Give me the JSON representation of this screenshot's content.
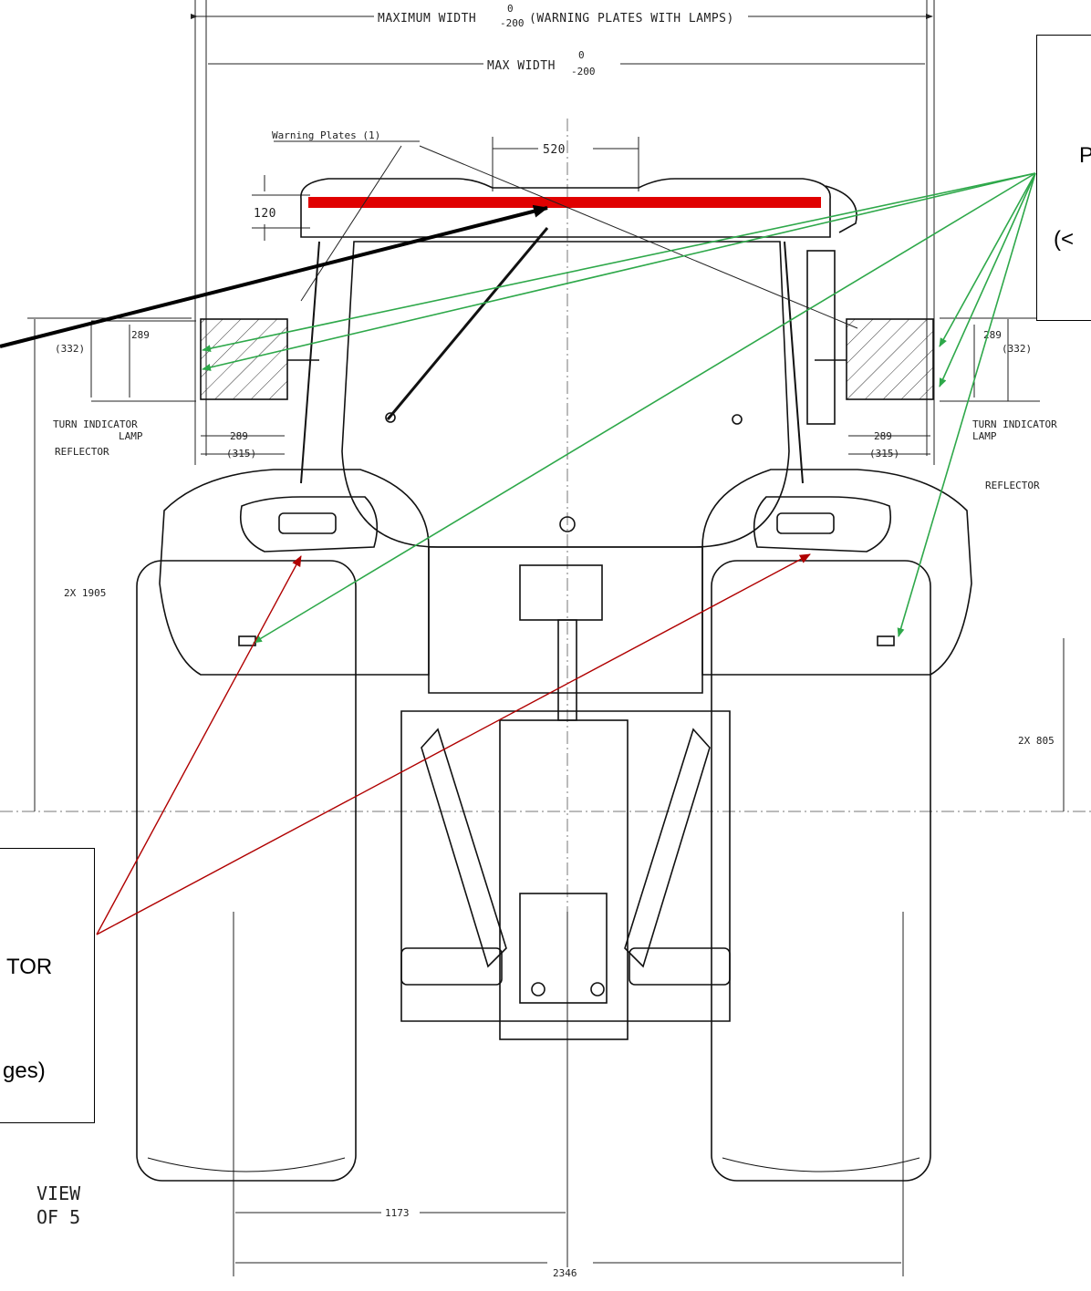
{
  "dimensions": {
    "max_width_warning": "MAXIMUM WIDTH",
    "max_width_warning_tol_top": "0",
    "max_width_warning_tol_bottom": "-200",
    "max_width_warning_note": "(WARNING PLATES WITH LAMPS)",
    "max_width": "MAX WIDTH",
    "max_width_tol_top": "0",
    "max_width_tol_bottom": "-200",
    "warning_plates": "Warning Plates (1)",
    "d520": "520",
    "d120": "120",
    "d332_left": "(332)",
    "d289_left": "289",
    "d289_right": "289",
    "d332_right": "(332)",
    "turn_left_1": "TURN INDICATOR",
    "turn_left_2": "LAMP",
    "turn_right_1": "TURN INDICATOR",
    "turn_right_2": "LAMP",
    "d289_bl": "289",
    "d315_bl": "(315)",
    "d289_br": "289",
    "d315_br": "(315)",
    "reflector_left": "REFLECTOR",
    "reflector_right": "REFLECTOR",
    "d1905": "2X 1905",
    "d805": "2X 805",
    "d1173": "1173",
    "d2346": "2346"
  },
  "callouts": {
    "right_box_line1": "P",
    "right_box_line2": "(<",
    "left_box_line1": "TOR",
    "left_box_line2": "ges)"
  },
  "view_label": {
    "line1": "VIEW",
    "line2": "OF 5"
  },
  "colors": {
    "warning_plate": "#e00000",
    "green_arrows": "#2ea84a",
    "red_arrows": "#b00000",
    "black_arrow": "#000000"
  }
}
